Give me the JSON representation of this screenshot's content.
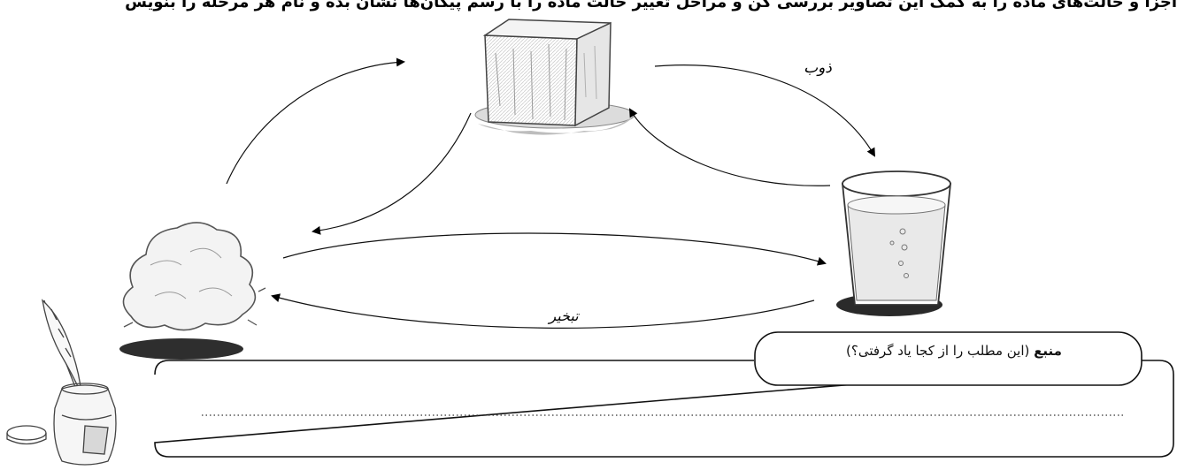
{
  "header": {
    "text": "اجزا و حالت‌های ماده را به کمک این تصاویر بررسی کن و مراحل تغییر حالت ماده را با رسم پیکان‌ها نشان بده و نام هر مرحله را بنویس"
  },
  "diagram": {
    "labels": {
      "melt": "ذوب",
      "vaporization": "تبخیر"
    },
    "nodes": [
      {
        "id": "ice",
        "icon": "ice-cube-icon"
      },
      {
        "id": "water",
        "icon": "water-glass-icon"
      },
      {
        "id": "vapor",
        "icon": "vapor-cloud-icon"
      }
    ]
  },
  "source_box": {
    "title_bold": "منبع",
    "title_rest": " (این مطلب را از کجا یاد گرفتی؟)",
    "answer_line": ""
  },
  "decor": {
    "inkwell_icon": "quill-inkwell-icon"
  }
}
